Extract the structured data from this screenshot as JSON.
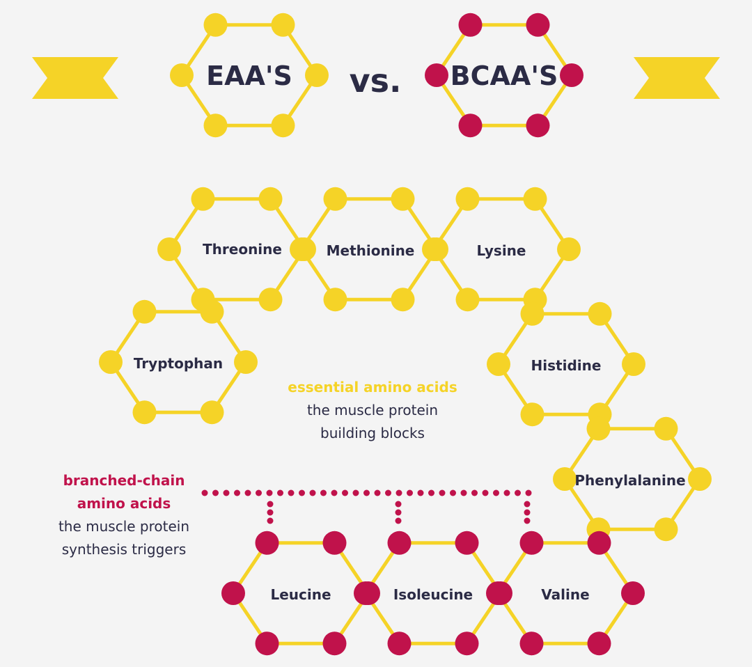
{
  "header": {
    "left_title": "EAA'S",
    "vs": "vs.",
    "right_title": "BCAA'S"
  },
  "essential": {
    "heading": "essential amino acids",
    "line1": "the muscle protein",
    "line2": "building blocks",
    "acids": [
      "Threonine",
      "Methionine",
      "Lysine",
      "Tryptophan",
      "Histidine",
      "Phenylalanine"
    ]
  },
  "branched": {
    "heading1": "branched-chain",
    "heading2": "amino acids",
    "line1": "the muscle protein",
    "line2": "synthesis triggers",
    "acids": [
      "Leucine",
      "Isoleucine",
      "Valine"
    ]
  },
  "colors": {
    "yellow": "#f5d327",
    "crimson": "#c0124b",
    "text": "#2b2b45",
    "background": "#f4f4f4"
  }
}
